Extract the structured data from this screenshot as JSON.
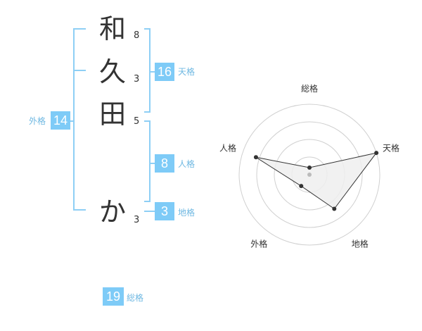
{
  "name_chars": [
    {
      "char": "和",
      "strokes": "8"
    },
    {
      "char": "久",
      "strokes": "3"
    },
    {
      "char": "田",
      "strokes": "5"
    },
    {
      "char": "か",
      "strokes": "3"
    }
  ],
  "kaku": {
    "tenkaku": {
      "value": "16",
      "label": "天格"
    },
    "jinkaku": {
      "value": "8",
      "label": "人格"
    },
    "chikaku": {
      "value": "3",
      "label": "地格"
    },
    "gaikaku": {
      "value": "14",
      "label": "外格"
    },
    "soukaku": {
      "value": "19",
      "label": "総格"
    }
  },
  "colors": {
    "accent": "#7ecbf7",
    "bracket": "#8ecff5",
    "label": "#6fb8e2",
    "text": "#333333"
  },
  "chart_data": {
    "type": "radar",
    "axes": [
      "総格",
      "天格",
      "地格",
      "外格",
      "人格"
    ],
    "values": [
      0.1,
      1.0,
      0.6,
      0.2,
      0.8
    ],
    "rings": 4,
    "grid": true
  }
}
